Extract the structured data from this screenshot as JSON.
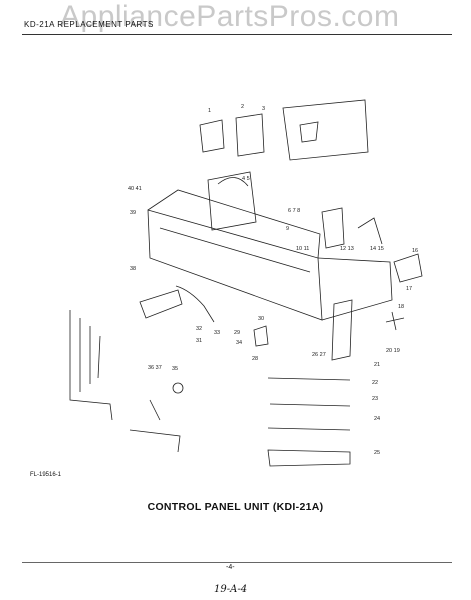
{
  "watermark": "AppliancePartsPros.com",
  "header": {
    "text": "KD-21A REPLACEMENT PARTS"
  },
  "figure_id": "FL-19516-1",
  "caption": "CONTROL PANEL UNIT (KDI-21A)",
  "page_number": "-4-",
  "handwritten_note": "19-A-4",
  "callouts": [
    {
      "id": "c1",
      "label": "1"
    },
    {
      "id": "c2",
      "label": "2"
    },
    {
      "id": "c3",
      "label": "3"
    },
    {
      "id": "c4",
      "label": "4 5"
    },
    {
      "id": "c40",
      "label": "40 41"
    },
    {
      "id": "c39",
      "label": "39"
    },
    {
      "id": "c678",
      "label": "6 7 8"
    },
    {
      "id": "c9",
      "label": "9"
    },
    {
      "id": "c1011",
      "label": "10 11"
    },
    {
      "id": "c1213",
      "label": "12 13"
    },
    {
      "id": "c1415",
      "label": "14 15"
    },
    {
      "id": "c16",
      "label": "16"
    },
    {
      "id": "c38",
      "label": "38"
    },
    {
      "id": "c17",
      "label": "17"
    },
    {
      "id": "c18",
      "label": "18"
    },
    {
      "id": "c32",
      "label": "32"
    },
    {
      "id": "c31",
      "label": "31"
    },
    {
      "id": "c33",
      "label": "33"
    },
    {
      "id": "c30",
      "label": "30"
    },
    {
      "id": "c29",
      "label": "29"
    },
    {
      "id": "c34",
      "label": "34"
    },
    {
      "id": "c2019",
      "label": "20 19"
    },
    {
      "id": "c28",
      "label": "28"
    },
    {
      "id": "c2627",
      "label": "26 27"
    },
    {
      "id": "c21",
      "label": "21"
    },
    {
      "id": "c3637",
      "label": "36 37"
    },
    {
      "id": "c35",
      "label": "35"
    },
    {
      "id": "c22",
      "label": "22"
    },
    {
      "id": "c23",
      "label": "23"
    },
    {
      "id": "c24",
      "label": "24"
    },
    {
      "id": "c25",
      "label": "25"
    }
  ]
}
